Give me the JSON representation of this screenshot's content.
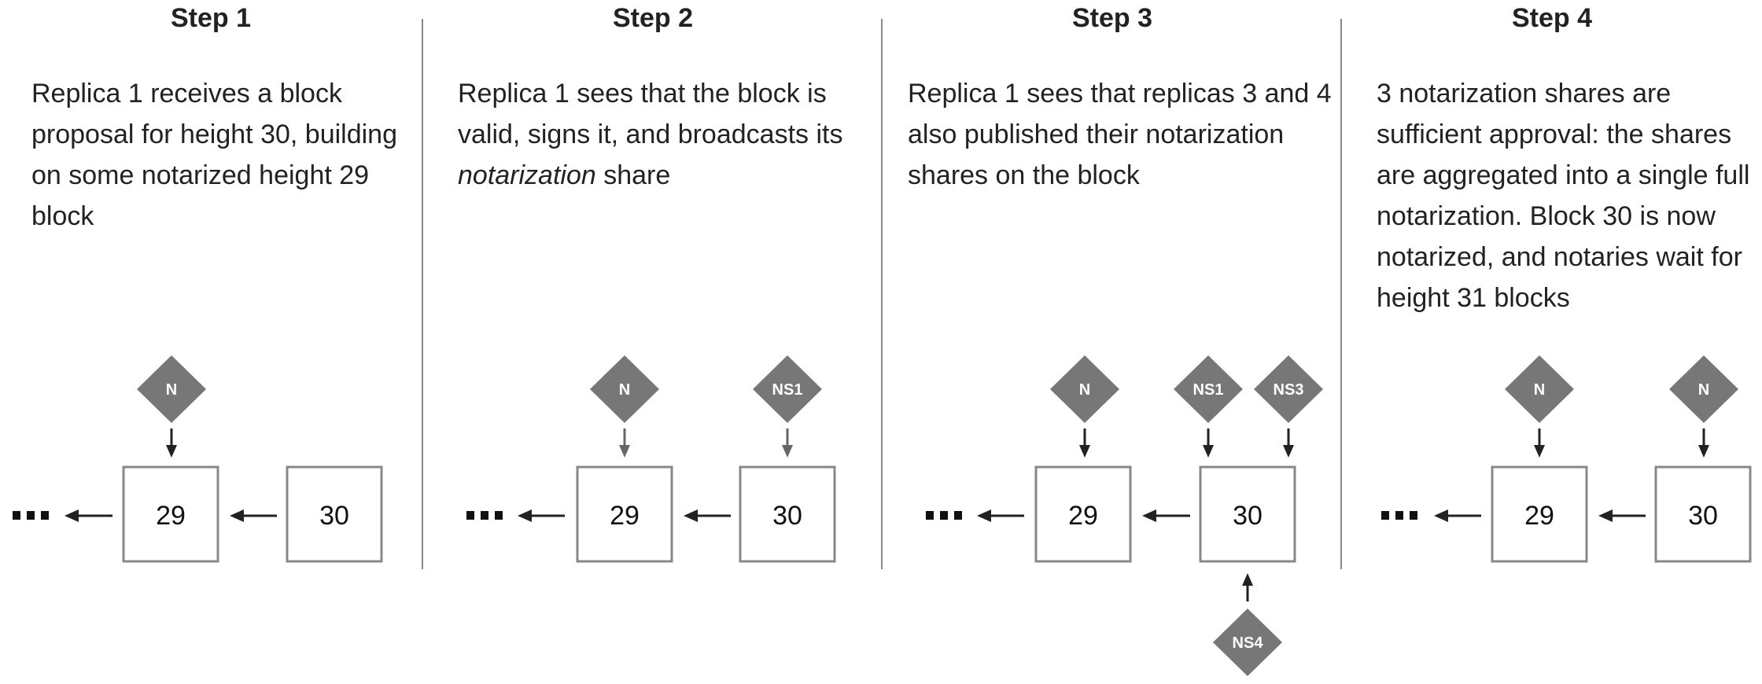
{
  "steps": [
    {
      "title": "Step 1",
      "description": "Replica 1 receives a block proposal for height 30, building on some notarized height 29 block",
      "blocks": [
        "29",
        "30"
      ],
      "markers": [
        "N"
      ]
    },
    {
      "title": "Step 2",
      "description_before": "Replica 1 sees that the block is valid, signs it, and broadcasts its ",
      "description_em": "notarization",
      "description_after": " share",
      "blocks": [
        "29",
        "30"
      ],
      "markers": [
        "N",
        "NS1"
      ]
    },
    {
      "title": "Step 3",
      "description": "Replica 1 sees that replicas 3 and 4 also published their notarization shares on the block",
      "blocks": [
        "29",
        "30"
      ],
      "markers": [
        "N",
        "NS1",
        "NS3",
        "NS4"
      ]
    },
    {
      "title": "Step 4",
      "description": "3 notarization shares are sufficient approval: the shares are aggregated into a single full notarization. Block 30 is now notarized, and notaries wait for height 31 blocks",
      "blocks": [
        "29",
        "30"
      ],
      "markers": [
        "N",
        "N"
      ]
    }
  ],
  "colors": {
    "diamond": "#777777",
    "block_border": "#888888",
    "arrow": "#222222",
    "divider": "#888888"
  }
}
